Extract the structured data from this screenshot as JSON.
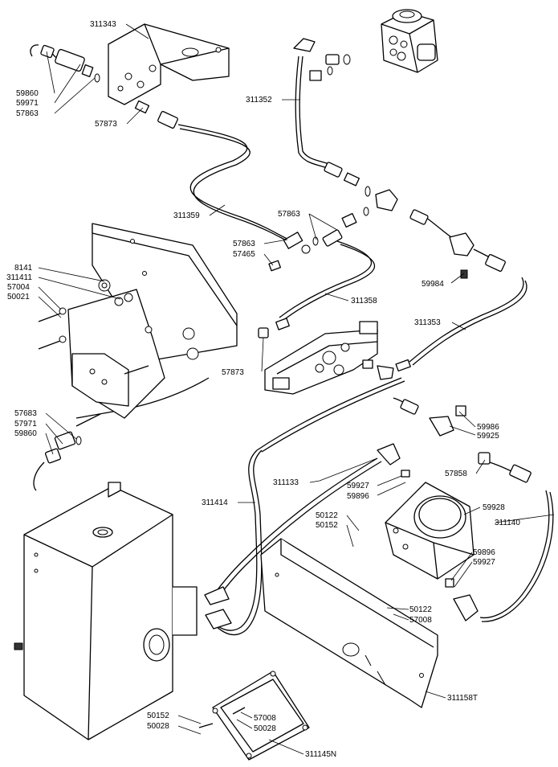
{
  "labels": {
    "l311343": "311343",
    "l59860_a": "59860",
    "l59971_a": "59971",
    "l57863_a": "57863",
    "l57873_a": "57873",
    "l311352": "311352",
    "l311359": "311359",
    "l57863_b": "57863",
    "l57863_c": "57863",
    "l57465": "57465",
    "l8141": "8141",
    "l311411": "311411",
    "l57004": "57004",
    "l50021": "50021",
    "l311358": "311358",
    "l59984": "59984",
    "l311353": "311353",
    "l57873_b": "57873",
    "l57683": "57683",
    "l57971": "57971",
    "l59860_b": "59860",
    "l59986": "59986",
    "l59925": "59925",
    "l57858": "57858",
    "l311133": "311133",
    "l59927_a": "59927",
    "l59896_a": "59896",
    "l59928": "59928",
    "l311414": "311414",
    "l50122_a": "50122",
    "l50152_a": "50152",
    "l311140": "311140",
    "l59896_b": "59896",
    "l59927_b": "59927",
    "l50122_b": "50122",
    "l57008_a": "57008",
    "l311158T": "311158T",
    "l50152_b": "50152",
    "l50028_a": "50028",
    "l57008_b": "57008",
    "l50028_b": "50028",
    "l311145N": "311145N"
  }
}
